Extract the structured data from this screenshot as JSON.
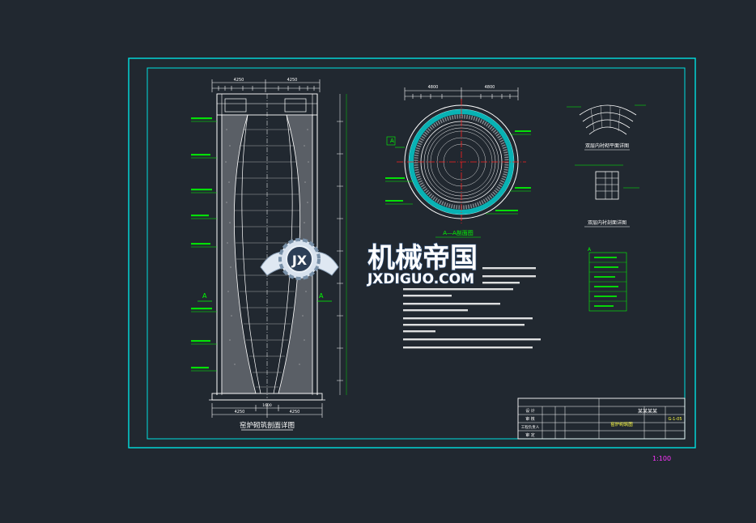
{
  "drawing": {
    "main_view_caption": "窑炉砌筑剖面详图",
    "section_title": "A—A剖面图",
    "detail1_title": "双层内衬砌平面详图",
    "detail2_title": "双层内衬剖面详图",
    "section_marker": "A",
    "scale": "1:100",
    "dims": {
      "left_top": "4250",
      "right_top": "4250",
      "section_top": "4800",
      "section_top2": "4800",
      "bottom_left": "4250",
      "bottom_right": "4250",
      "bottom_mid": "1600"
    }
  },
  "watermark": {
    "logo_letters": "JX",
    "title_cn": "机械帝国",
    "url": "JXDIGUO.COM"
  },
  "title_block": {
    "company": "某某某某",
    "drawing_name": "窑炉砌筑图",
    "sheet_no": "G-1-05",
    "row_labels": [
      "设 计",
      "审 核",
      "工程负责人",
      "审 定"
    ]
  },
  "colors": {
    "background": "#212830",
    "frame": "#00e0e0",
    "geometry": "#ffffff",
    "annotation": "#00ff00",
    "section_line": "#ff2020",
    "scale_text": "#ff33ff"
  }
}
